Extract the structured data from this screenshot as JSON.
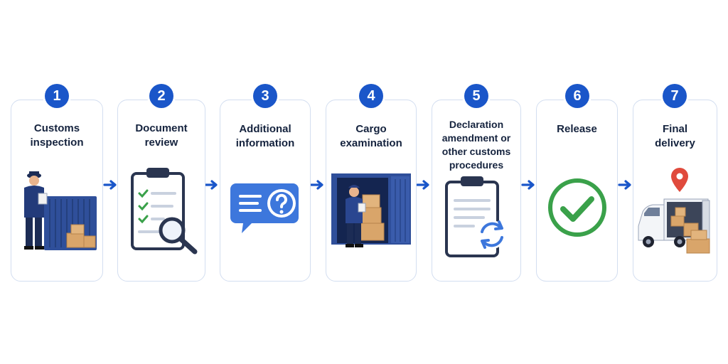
{
  "colors": {
    "accent": "#1a56c9",
    "card_border": "#d3def0",
    "title_text": "#15233e",
    "container_blue": "#2f4f9a",
    "box_brown": "#d9a56a",
    "release_green": "#3aa14a",
    "pin_red": "#e04a3c"
  },
  "steps": [
    {
      "number": "1",
      "title_lines": [
        "Customs",
        "inspection"
      ],
      "icon": "customs-officer-container-icon"
    },
    {
      "number": "2",
      "title_lines": [
        "Document",
        "review"
      ],
      "icon": "clipboard-magnifier-icon"
    },
    {
      "number": "3",
      "title_lines": [
        "Additional",
        "information"
      ],
      "icon": "speech-bubble-question-icon"
    },
    {
      "number": "4",
      "title_lines": [
        "Cargo",
        "examination"
      ],
      "icon": "officer-in-container-icon"
    },
    {
      "number": "5",
      "title_lines": [
        "Declaration",
        "amendment or",
        "other customs",
        "procedures"
      ],
      "icon": "clipboard-refresh-icon"
    },
    {
      "number": "6",
      "title_lines": [
        "Release"
      ],
      "icon": "check-circle-icon"
    },
    {
      "number": "7",
      "title_lines": [
        "Final",
        "delivery"
      ],
      "icon": "delivery-van-pin-icon"
    }
  ]
}
